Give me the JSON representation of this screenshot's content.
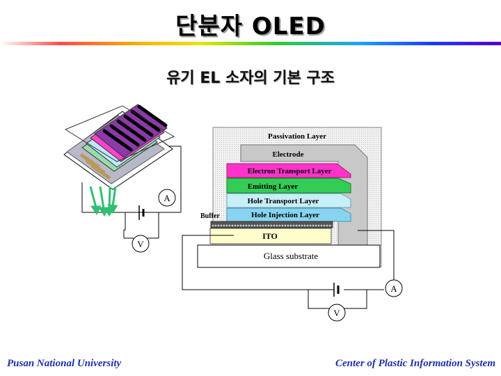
{
  "slide": {
    "title": "단분자 OLED",
    "subtitle": "유기 EL 소자의 기본 구조"
  },
  "diagram": {
    "layers": {
      "passivation": "Passivation Layer",
      "electrode": "Electrode",
      "electron_transport": "Electron Transport Layer",
      "emitting": "Emitting  Layer",
      "hole_transport": "Hole Transport Layer",
      "hole_injection": "Hole Injection Layer",
      "buffer": "Buffer",
      "ito": "ITO",
      "glass": "Glass substrate"
    },
    "meters": {
      "ammeter": "A",
      "voltmeter": "V"
    },
    "colors": {
      "passivation": "#e9e9e9",
      "electrode": "#c8c8c8",
      "electron_transport": "#ff33cc",
      "emitting": "#33cc55",
      "hole_transport": "#c8eef8",
      "hole_injection": "#88d4f0",
      "ito": "#ffffcc",
      "glass": "#ffffff"
    }
  },
  "footer": {
    "left": "Pusan National University",
    "right": "Center of Plastic Information System"
  }
}
